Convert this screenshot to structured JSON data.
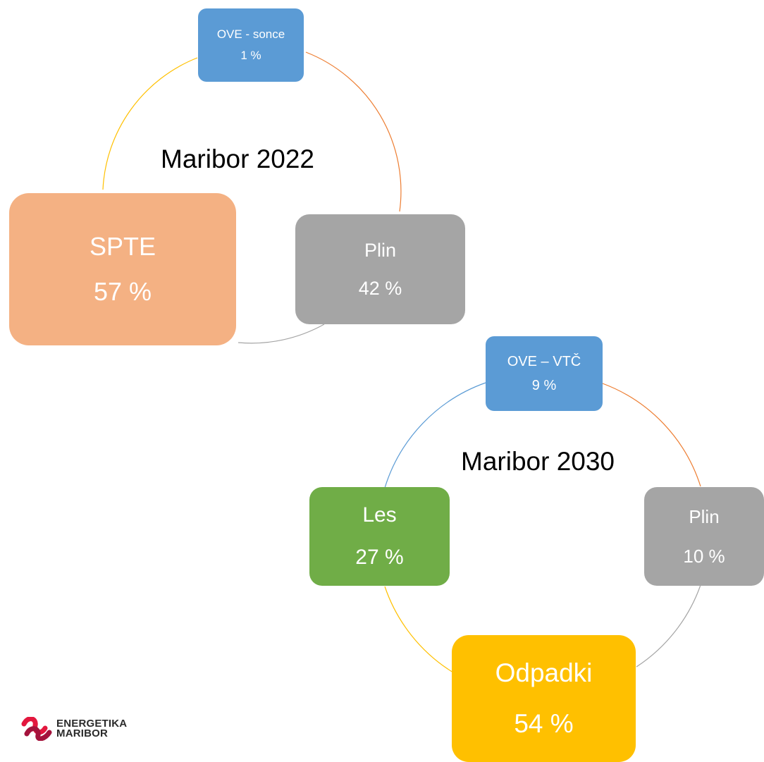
{
  "colors": {
    "blue": "#5b9bd5",
    "orange_light": "#f4b183",
    "gray": "#a5a5a5",
    "green": "#70ad47",
    "gold": "#ffc000",
    "arc_orange": "#ed7d31",
    "arc_yellow": "#ffc000",
    "arc_gray": "#a5a5a5",
    "arc_blue": "#5b9bd5"
  },
  "diagram_2022": {
    "title": "Maribor 2022",
    "nodes": [
      {
        "label": "OVE - sonce",
        "value": "1 %"
      },
      {
        "label": "Plin",
        "value": "42 %"
      },
      {
        "label": "SPTE",
        "value": "57 %"
      }
    ]
  },
  "diagram_2030": {
    "title": "Maribor 2030",
    "nodes": [
      {
        "label": "OVE – VTČ",
        "value": "9 %"
      },
      {
        "label": "Plin",
        "value": "10 %"
      },
      {
        "label": "Odpadki",
        "value": "54 %"
      },
      {
        "label": "Les",
        "value": "27 %"
      }
    ]
  },
  "logo": {
    "line1": "ENERGETIKA",
    "line2": "MARIBOR"
  }
}
